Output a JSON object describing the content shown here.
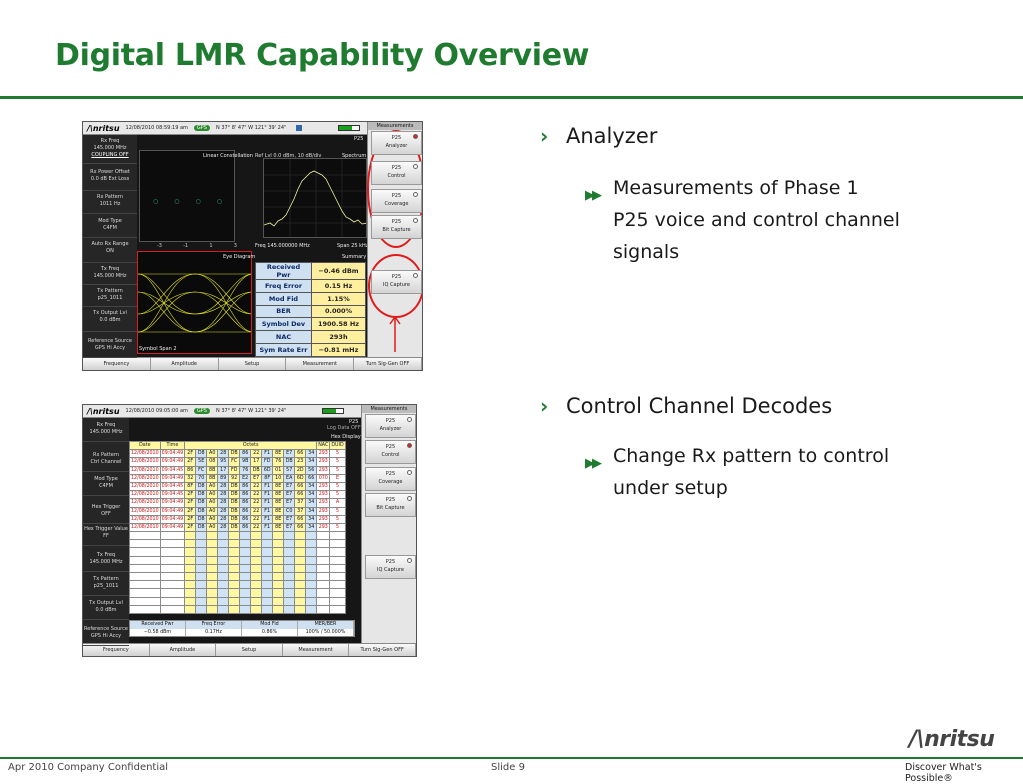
{
  "slide": {
    "title": "Digital LMR Capability Overview",
    "footer_left": "Apr 2010 Company Confidential",
    "footer_slide": "Slide 9",
    "logo_text": "/\\nritsu",
    "logo_tagline": "Discover What's Possible®",
    "colors": {
      "accent": "#1e7b2f",
      "callout": "#e11b1b"
    }
  },
  "bullets": [
    {
      "heading": "Analyzer",
      "sub": [
        "Measurements of Phase 1",
        "P25 voice and control channel",
        "signals"
      ]
    },
    {
      "heading": "Control Channel Decodes",
      "sub": [
        "Change Rx pattern to control",
        "under setup"
      ]
    }
  ],
  "shot1": {
    "brand": "/\\nritsu",
    "datetime": "12/08/2010 08:59:19 am",
    "gps": "GPS",
    "coords": "N 37° 8' 47\" W 121° 39' 24\"",
    "left_params": [
      {
        "l1": "Rx Freq",
        "l2": "145.000 MHz",
        "l3": "COUPLING OFF"
      },
      {
        "l1": "Rx Power Offset",
        "l2": "0.0 dB Ext Loss",
        "l3": ""
      },
      {
        "l1": "Rx Pattern",
        "l2": "1011 Hz",
        "l3": ""
      },
      {
        "l1": "Mod Type",
        "l2": "C4FM",
        "l3": ""
      },
      {
        "l1": "Auto Rx Range",
        "l2": "ON",
        "l3": ""
      },
      {
        "l1": "Tx Freq",
        "l2": "145.000 MHz",
        "l3": ""
      },
      {
        "l1": "Tx Pattern",
        "l2": "p25_1011",
        "l3": ""
      },
      {
        "l1": "Tx Output Lvl",
        "l2": "0.0 dBm",
        "l3": ""
      },
      {
        "l1": "Reference Source",
        "l2": "GPS Hi Accy",
        "l3": ""
      }
    ],
    "constellation_title": "Linear Constellation",
    "spectrum_title": "Spectrum",
    "ref_level": "Ref Lvl 0.0 dBm, 10 dB/div",
    "mode_tag": "P25",
    "spectrum_freq": "Freq 145.000000 MHz",
    "spectrum_span": "Span 25 kHz",
    "axis_ticks": [
      "-3",
      "-1",
      "1",
      "3"
    ],
    "eye_title": "Eye Diagram",
    "eye_footer": "Symbol Span 2",
    "summary_title": "Summary",
    "summary": [
      {
        "k": "Received Pwr",
        "v": "−0.46 dBm"
      },
      {
        "k": "Freq Error",
        "v": "0.15 Hz"
      },
      {
        "k": "Mod Fid",
        "v": "1.15%"
      },
      {
        "k": "BER",
        "v": "0.000%"
      },
      {
        "k": "Symbol Dev",
        "v": "1900.58 Hz"
      },
      {
        "k": "NAC",
        "v": "293h"
      },
      {
        "k": "Sym Rate Err",
        "v": "−0.81 mHz"
      }
    ],
    "right_menu_title": "Measurements",
    "right_keys": [
      {
        "l1": "P25",
        "l2": "Analyzer",
        "selected": true
      },
      {
        "l1": "P25",
        "l2": "Control",
        "selected": false
      },
      {
        "l1": "P25",
        "l2": "Coverage",
        "selected": false
      },
      {
        "l1": "P25",
        "l2": "Bit Capture",
        "selected": false
      },
      {
        "l1": "P25",
        "l2": "IQ Capture",
        "selected": false
      }
    ],
    "bottom_keys": [
      "Frequency",
      "Amplitude",
      "Setup",
      "Measurement",
      "Turn Sig-Gen OFF"
    ]
  },
  "shot2": {
    "brand": "/\\nritsu",
    "datetime": "12/08/2010 09:05:00 am",
    "gps": "GPS",
    "coords": "N 37° 8' 47\" W 121° 39' 24\"",
    "left_params": [
      {
        "l1": "Rx Freq",
        "l2": "145.000 MHz"
      },
      {
        "l1": "Rx Pattern",
        "l2": "Ctrl Channel"
      },
      {
        "l1": "Mod Type",
        "l2": "C4FM"
      },
      {
        "l1": "Hex Trigger",
        "l2": "OFF"
      },
      {
        "l1": "Hex Trigger Value",
        "l2": "FF"
      },
      {
        "l1": "Tx Freq",
        "l2": "145.000 MHz"
      },
      {
        "l1": "Tx Pattern",
        "l2": "p25_1011"
      },
      {
        "l1": "Tx Output Lvl",
        "l2": "0.0 dBm"
      },
      {
        "l1": "Reference Source",
        "l2": "GPS Hi Accy"
      }
    ],
    "top_tags": [
      "P25",
      "Log Data OFF",
      "Hex Display"
    ],
    "col_headers": [
      "Date",
      "Time",
      "Octets",
      "NAC",
      "DUID"
    ],
    "rows": [
      [
        "12/08/2010",
        "09:04:49",
        "2F",
        "D8",
        "A0",
        "28",
        "DB",
        "86",
        "22",
        "F1",
        "8E",
        "E7",
        "66",
        "34",
        "293",
        "5"
      ],
      [
        "12/08/2010",
        "09:04:49",
        "2F",
        "5E",
        "08",
        "95",
        "FC",
        "9B",
        "17",
        "FD",
        "76",
        "DB",
        "23",
        "34",
        "293",
        "5"
      ],
      [
        "12/08/2010",
        "09:04:45",
        "86",
        "FC",
        "8B",
        "17",
        "FD",
        "76",
        "DB",
        "6D",
        "01",
        "57",
        "2D",
        "56",
        "293",
        "5"
      ],
      [
        "12/08/2010",
        "09:04:49",
        "32",
        "70",
        "8B",
        "89",
        "92",
        "E2",
        "E7",
        "8F",
        "10",
        "EA",
        "6D",
        "66",
        "070",
        "E"
      ],
      [
        "12/08/2010",
        "09:04:45",
        "8F",
        "D8",
        "A0",
        "28",
        "DB",
        "86",
        "22",
        "F1",
        "8E",
        "E7",
        "66",
        "34",
        "293",
        "5"
      ],
      [
        "12/08/2010",
        "09:04:45",
        "2F",
        "D8",
        "A0",
        "28",
        "DB",
        "86",
        "22",
        "F1",
        "8E",
        "E7",
        "66",
        "34",
        "293",
        "5"
      ],
      [
        "12/08/2010",
        "09:04:49",
        "2F",
        "D8",
        "A0",
        "28",
        "DB",
        "86",
        "22",
        "F1",
        "8E",
        "E7",
        "37",
        "34",
        "293",
        "A"
      ],
      [
        "12/08/2010",
        "09:04:49",
        "2F",
        "D8",
        "A0",
        "28",
        "DB",
        "86",
        "22",
        "F1",
        "8E",
        "C0",
        "37",
        "34",
        "293",
        "5"
      ],
      [
        "12/08/2010",
        "09:04:49",
        "2F",
        "D8",
        "A0",
        "28",
        "DB",
        "86",
        "22",
        "F1",
        "8E",
        "E7",
        "66",
        "34",
        "293",
        "5"
      ],
      [
        "12/08/2010",
        "09:04:49",
        "2F",
        "D8",
        "A0",
        "28",
        "DB",
        "86",
        "22",
        "F1",
        "8E",
        "E7",
        "66",
        "34",
        "293",
        "5"
      ]
    ],
    "measurements": [
      {
        "k": "Received Pwr",
        "v": "−0.58 dBm"
      },
      {
        "k": "Freq Error",
        "v": "0.17Hz"
      },
      {
        "k": "Mod Fid",
        "v": "0.86%"
      },
      {
        "k": "MER/BER",
        "v": "100% / 50.000%"
      }
    ],
    "right_menu_title": "Measurements",
    "right_keys": [
      {
        "l1": "P25",
        "l2": "Analyzer",
        "selected": false
      },
      {
        "l1": "P25",
        "l2": "Control",
        "selected": true
      },
      {
        "l1": "P25",
        "l2": "Coverage",
        "selected": false
      },
      {
        "l1": "P25",
        "l2": "Bit Capture",
        "selected": false
      },
      {
        "l1": "P25",
        "l2": "IQ Capture",
        "selected": false
      }
    ],
    "bottom_keys": [
      "Frequency",
      "Amplitude",
      "Setup",
      "Measurement",
      "Turn Sig-Gen OFF"
    ]
  }
}
